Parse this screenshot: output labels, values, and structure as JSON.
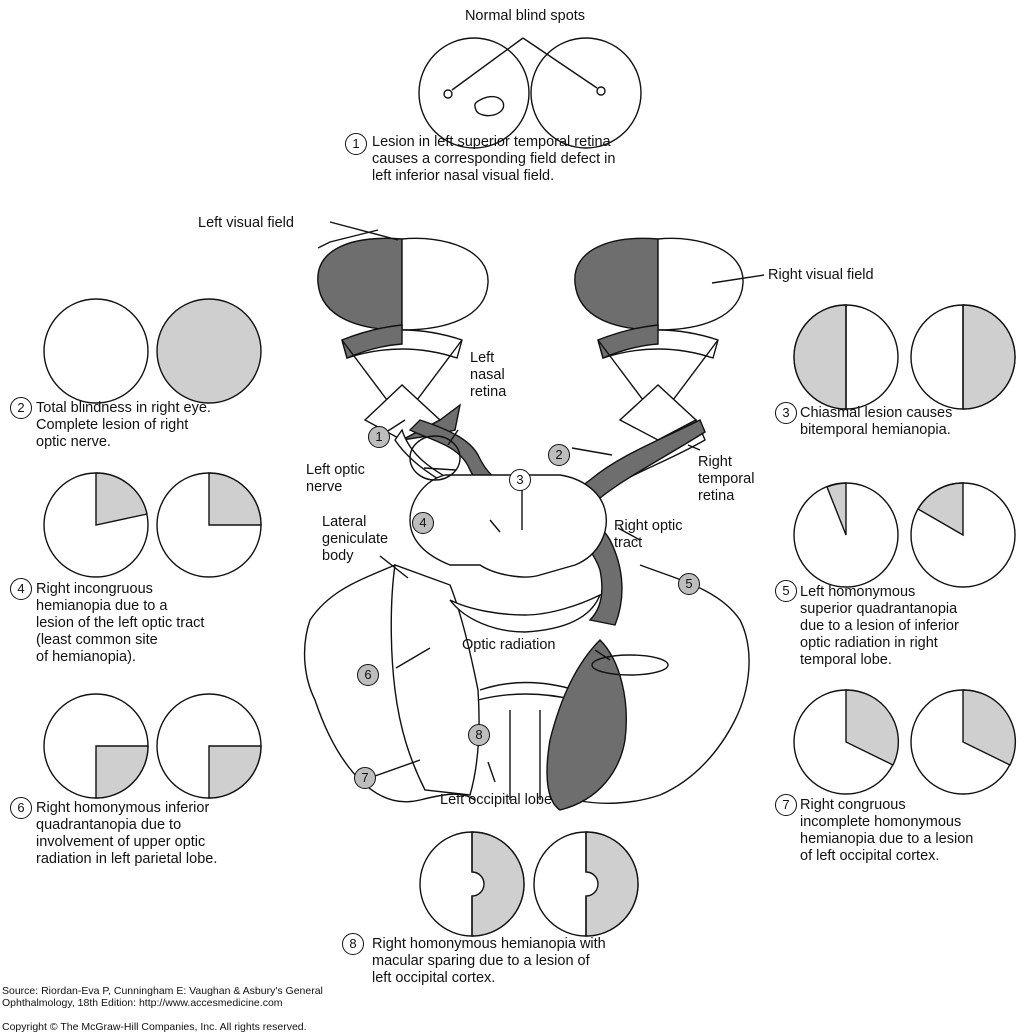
{
  "labels": {
    "normal_blind_spots": "Normal blind spots",
    "left_visual_field": "Left visual field",
    "right_visual_field": "Right visual field",
    "left_nasal_retina": "Left\nnasal\nretina",
    "right_temporal_retina": "Right\ntemporal\nretina",
    "left_optic_nerve": "Left optic\nnerve",
    "lateral_geniculate_body": "Lateral\ngeniculate\nbody",
    "right_optic_tract": "Right optic\ntract",
    "optic_radiation": "Optic radiation",
    "left_occipital_lobe": "Left occipital lobe"
  },
  "lesions": [
    {
      "num": "1",
      "text": "Lesion in left superior temporal retina\ncauses a corresponding field defect in\nleft inferior nasal visual field."
    },
    {
      "num": "2",
      "text": "Total blindness in right eye.\nComplete lesion of right\noptic nerve."
    },
    {
      "num": "3",
      "text": "Chiasmal lesion causes\nbitemporal hemianopia."
    },
    {
      "num": "4",
      "text": "Right incongruous\nhemianopia due to a\nlesion of the left optic tract\n(least common site\nof hemianopia)."
    },
    {
      "num": "5",
      "text": "Left homonymous\nsuperior quadrantanopia\ndue to a lesion of inferior\noptic radiation in right\ntemporal lobe."
    },
    {
      "num": "6",
      "text": "Right homonymous inferior\nquadrantanopia due to\ninvolvement of upper optic\nradiation in left parietal lobe."
    },
    {
      "num": "7",
      "text": "Right congruous\nincomplete homonymous\nhemianopia due to a lesion\nof left occipital cortex."
    },
    {
      "num": "8",
      "text": "Right homonymous hemianopia with\nmacular sparing due to a lesion of\nleft occipital cortex."
    }
  ],
  "pathway_markers": [
    "1",
    "2",
    "3",
    "4",
    "5",
    "6",
    "7",
    "8"
  ],
  "source": "Source: Riordan-Eva P, Cunningham E: Vaughan & Asbury's General\nOphthalmology, 18th Edition: http://www.accesmedicine.com",
  "copyright": "Copyright © The McGraw-Hill Companies, Inc. All rights reserved.",
  "colors": {
    "defect_fill": "#cfcfcf",
    "pathway_fill": "#6e6e6e",
    "line": "#111111"
  }
}
